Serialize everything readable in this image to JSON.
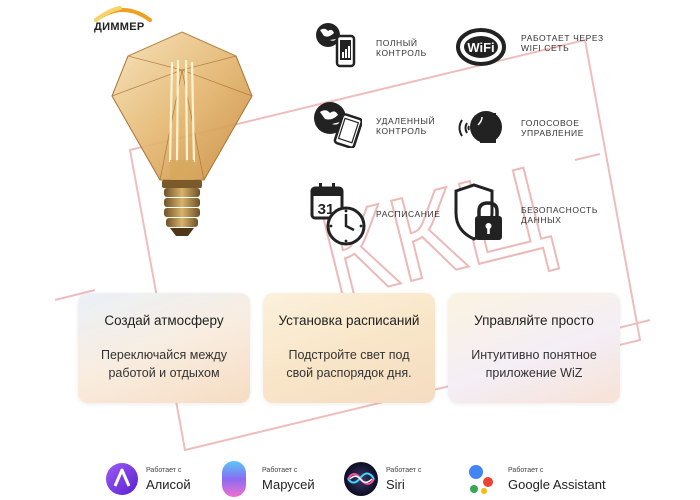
{
  "dimmer": {
    "label": "ДИММЕР",
    "icon": "dimmer-arc-icon"
  },
  "features": [
    {
      "id": "full-control",
      "icon": "globe-phone-icon",
      "label_line1": "ПОЛНЫЙ",
      "label_line2": "КОНТРОЛЬ"
    },
    {
      "id": "wifi",
      "icon": "wifi-icon",
      "icon_text": "WiFi",
      "label_line1": "РАБОТАЕТ ЧЕРЕЗ",
      "label_line2": "WIFI СЕТЬ"
    },
    {
      "id": "remote-control",
      "icon": "globe-tablet-icon",
      "label_line1": "УДАЛЕННЫЙ",
      "label_line2": "КОНТРОЛЬ"
    },
    {
      "id": "voice-control",
      "icon": "voice-head-icon",
      "label_line1": "ГОЛОСОВОЕ",
      "label_line2": "УПРАВЛЕНИЕ"
    },
    {
      "id": "schedule",
      "icon": "calendar-clock-icon",
      "icon_text": "31",
      "label_line1": "РАСПИСАНИЕ",
      "label_line2": ""
    },
    {
      "id": "security",
      "icon": "shield-lock-icon",
      "label_line1": "БЕЗОПАСНОСТЬ",
      "label_line2": "ДАННЫХ"
    }
  ],
  "cards": [
    {
      "title": "Создай атмосферу",
      "line1": "Переключайся между",
      "line2": "работой и отдыхом"
    },
    {
      "title": "Установка расписаний",
      "line1": "Подстройте свет под",
      "line2": "свой распорядок дня."
    },
    {
      "title": "Управляйте просто",
      "line1": "Интуитивно понятное",
      "line2": "приложение WiZ"
    }
  ],
  "assistants": [
    {
      "works_with": "Работает с",
      "name": "Алисой",
      "icon": "alice-icon",
      "color": "#7b3fe4"
    },
    {
      "works_with": "Работает с",
      "name": "Марусей",
      "icon": "marusya-icon",
      "color": "#8a6cf0"
    },
    {
      "works_with": "Работает с",
      "name": "Siri",
      "icon": "siri-icon",
      "color": "#1b1b3a"
    },
    {
      "works_with": "Работает с",
      "name": "Google Assistant",
      "icon": "google-assistant-icon",
      "color": "#4285f4"
    }
  ],
  "watermark": {
    "text": "ККЦ"
  },
  "colors": {
    "watermark": "#e8a8a8",
    "amber": "#d99a3a",
    "card_accent": "#f5d9bd"
  }
}
